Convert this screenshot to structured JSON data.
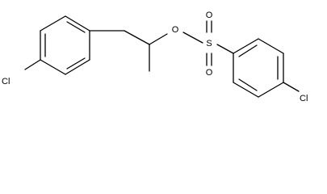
{
  "molecule": {
    "atoms": {
      "chlorine_left": "Cl",
      "oxygen_ester": "O",
      "sulfur": "S",
      "oxygen_top": "O",
      "oxygen_bottom": "O",
      "chlorine_right": "Cl"
    },
    "colors": {
      "bond": "#000000",
      "label": "#000000",
      "background": "#ffffff"
    }
  }
}
